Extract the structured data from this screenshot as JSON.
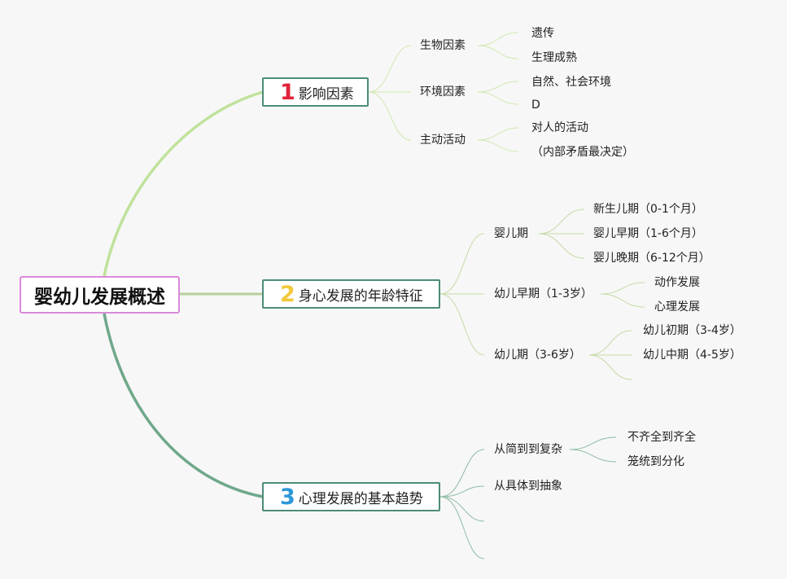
{
  "root": "婴幼儿发展概述",
  "branches": [
    {
      "number": "1",
      "title": "影响因素",
      "children": [
        {
          "label": "生物因素",
          "children": [
            "遗传",
            "生理成熟"
          ]
        },
        {
          "label": "环境因素",
          "children": [
            "自然、社会环境",
            "D"
          ]
        },
        {
          "label": "主动活动",
          "children": [
            "对人的活动",
            "（内部矛盾最决定）"
          ]
        }
      ]
    },
    {
      "number": "2",
      "title": "身心发展的年龄特征",
      "children": [
        {
          "label": "婴儿期",
          "children": [
            "新生儿期（0-1个月）",
            "婴儿早期（1-6个月）",
            "婴儿晚期（6-12个月）"
          ]
        },
        {
          "label": "幼儿早期（1-3岁）",
          "children": [
            "动作发展",
            "心理发展"
          ]
        },
        {
          "label": "幼儿期（3-6岁）",
          "children": [
            "幼儿初期（3-4岁）",
            "幼儿中期（4-5岁）",
            ""
          ]
        }
      ]
    },
    {
      "number": "3",
      "title": "心理发展的基本趋势",
      "children": [
        {
          "label": "从简到到复杂",
          "children": [
            "不齐全到齐全",
            "笼统到分化"
          ]
        },
        {
          "label": "从具体到抽象",
          "children": []
        },
        {
          "label": "",
          "children": []
        },
        {
          "label": "",
          "children": []
        }
      ]
    }
  ],
  "colors": {
    "root_border": "#d98ad9",
    "branch1_line": "#bfe29b",
    "branch2_line": "#b6cf9a",
    "branch3_line": "#6fa88a",
    "box_border": "#4c8c7a"
  }
}
